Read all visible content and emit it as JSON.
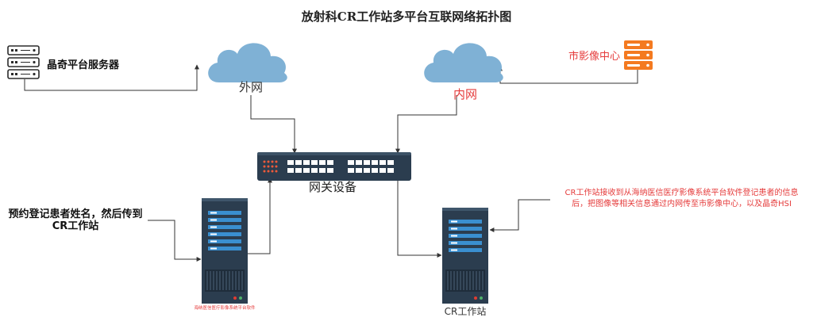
{
  "diagram": {
    "title": "放射科CR工作站多平台互联网络拓扑图",
    "nodes": {
      "jingqi_server": {
        "label": "晶奇平台服务器"
      },
      "city_imaging": {
        "label": "市影像中心"
      },
      "external_net": {
        "label": "外网"
      },
      "internal_net": {
        "label": "内网"
      },
      "gateway": {
        "label": "网关设备"
      },
      "hospital_server": {
        "label": "海纳医信医疗影像系统平台软件"
      },
      "cr_workstation": {
        "label": "CR工作站"
      }
    },
    "notes": {
      "registration_line1": "预约登记患者姓名，然后传到",
      "registration_line2": "CR工作站",
      "cr_note_line1": "CR工作站接收到从海纳医信医疗影像系统平台软件登记患者的信息",
      "cr_note_line2": "后，把图像等相关信息通过内网传至市影像中心，以及晶奇HSI"
    }
  },
  "colors": {
    "cloud": "#7fb1d5",
    "server_dark": "#2b3d4f",
    "server_orange": "#f47a20",
    "connector": "#333333",
    "red_text": "#e53b3b"
  },
  "icons": {
    "server_gray": "server-stack-icon",
    "server_orange": "server-stack-orange-icon",
    "cloud": "cloud-icon",
    "switch": "network-switch-icon",
    "tower": "server-tower-icon"
  }
}
